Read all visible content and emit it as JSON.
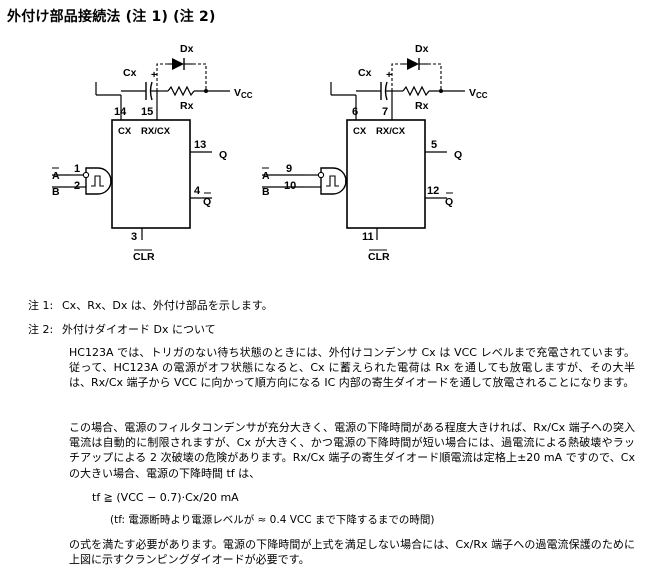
{
  "title": "外付け部品接続法 (注 1) (注 2)",
  "circuit_left": {
    "pin_cx": "14",
    "pin_rxcx": "15",
    "pin_q": "13",
    "pin_qbar": "4",
    "pin_clr": "3",
    "pin_a": "1",
    "pin_b": "2",
    "label_cx_in": "CX",
    "label_rxcx_in": "RX/CX",
    "label_q": "Q",
    "label_qbar": "Q",
    "label_clr": "CLR",
    "label_a": "A",
    "label_b": "B",
    "comp_cx": "Cx",
    "comp_rx": "Rx",
    "comp_dx": "Dx",
    "vcc": "V",
    "vcc_sub": "CC",
    "plus": "+"
  },
  "circuit_right": {
    "pin_cx": "6",
    "pin_rxcx": "7",
    "pin_q": "5",
    "pin_qbar": "12",
    "pin_clr": "11",
    "pin_a": "9",
    "pin_b": "10",
    "label_cx_in": "CX",
    "label_rxcx_in": "RX/CX",
    "label_q": "Q",
    "label_qbar": "Q",
    "label_clr": "CLR",
    "label_a": "A",
    "label_b": "B",
    "comp_cx": "Cx",
    "comp_rx": "Rx",
    "comp_dx": "Dx",
    "vcc": "V",
    "vcc_sub": "CC",
    "plus": "+"
  },
  "notes": {
    "note1_key": "注 1:",
    "note1_text": "Cx、Rx、Dx は、外付け部品を示します。",
    "note2_key": "注 2:",
    "note2_text": "外付けダイオード Dx について",
    "para1": "HC123A では、トリガのない待ち状態のときには、外付けコンデンサ Cx は VCC レベルまで充電されています。従って、HC123A の電源がオフ状態になると、Cx に蓄えられた電荷は Rx を通しても放電しますが、その大半は、Rx/Cx 端子から VCC に向かって順方向になる IC 内部の寄生ダイオードを通して放電されることになります。",
    "para2": "この場合、電源のフィルタコンデンサが充分大きく、電源の下降時間がある程度大きければ、Rx/Cx 端子への突入電流は自動的に制限されますが、Cx が大きく、かつ電源の下降時間が短い場合には、過電流による熱破壊やラッチアップによる 2 次破壊の危険があります。Rx/Cx 端子の寄生ダイオード順電流は定格上±20 mA ですので、Cx の大きい場合、電源の下降時間 tf は、",
    "formula": "tf ≧ (VCC − 0.7)·Cx/20 mA",
    "formula_note": "(tf: 電源断時より電源レベルが ≈ 0.4 VCC まで下降するまでの時間)",
    "para3": "の式を満たす必要があります。電源の下降時間が上式を満足しない場合には、Cx/Rx 端子への過電流保護のために上図に示すクランピングダイオードが必要です。"
  }
}
